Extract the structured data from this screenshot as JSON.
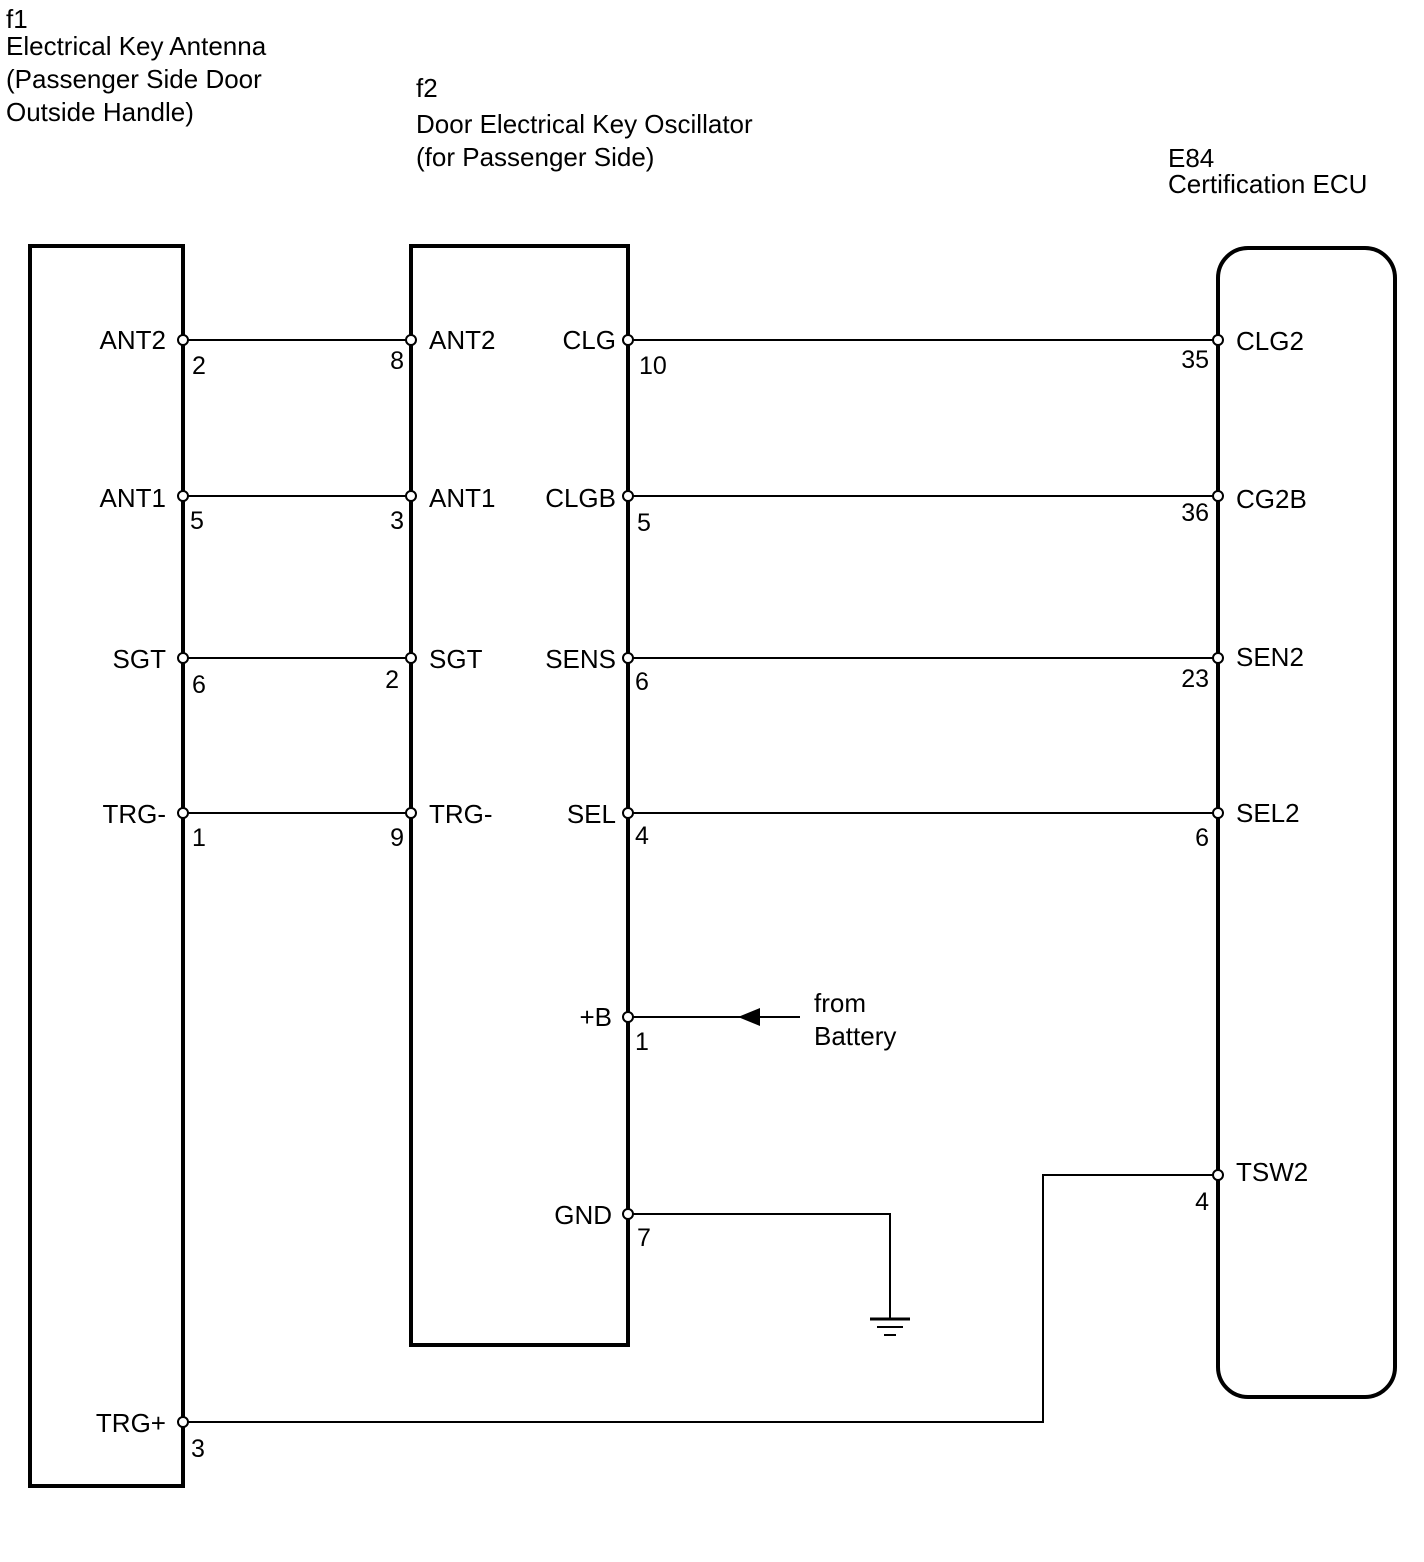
{
  "components": {
    "f1": {
      "code": "f1",
      "name_lines": [
        "Electrical Key Antenna",
        "(Passenger Side Door",
        "Outside Handle)"
      ],
      "pins": {
        "ant2": {
          "name": "ANT2",
          "num": "2"
        },
        "ant1": {
          "name": "ANT1",
          "num": "5"
        },
        "sgt": {
          "name": "SGT",
          "num": "6"
        },
        "trg_minus": {
          "name": "TRG-",
          "num": "1"
        },
        "trg_plus": {
          "name": "TRG+",
          "num": "3"
        }
      }
    },
    "f2": {
      "code": "f2",
      "name_lines": [
        "Door Electrical Key Oscillator",
        "(for Passenger Side)"
      ],
      "left_pins": {
        "ant2": {
          "name": "ANT2",
          "num": "8"
        },
        "ant1": {
          "name": "ANT1",
          "num": "3"
        },
        "sgt": {
          "name": "SGT",
          "num": "2"
        },
        "trg_minus": {
          "name": "TRG-",
          "num": "9"
        }
      },
      "right_pins": {
        "clg": {
          "name": "CLG",
          "num": "10"
        },
        "clgb": {
          "name": "CLGB",
          "num": "5"
        },
        "sens": {
          "name": "SENS",
          "num": "6"
        },
        "sel": {
          "name": "SEL",
          "num": "4"
        },
        "plus_b": {
          "name": "+B",
          "num": "1"
        },
        "gnd": {
          "name": "GND",
          "num": "7"
        }
      }
    },
    "e84": {
      "code": "E84",
      "name_lines": [
        "Certification ECU"
      ],
      "pins": {
        "clg2": {
          "name": "CLG2",
          "num": "35"
        },
        "cg2b": {
          "name": "CG2B",
          "num": "36"
        },
        "sen2": {
          "name": "SEN2",
          "num": "23"
        },
        "sel2": {
          "name": "SEL2",
          "num": "6"
        },
        "tsw2": {
          "name": "TSW2",
          "num": "4"
        }
      }
    }
  },
  "battery_label": [
    "from",
    "Battery"
  ],
  "symbols": [
    "ground-symbol",
    "arrow-icon"
  ]
}
